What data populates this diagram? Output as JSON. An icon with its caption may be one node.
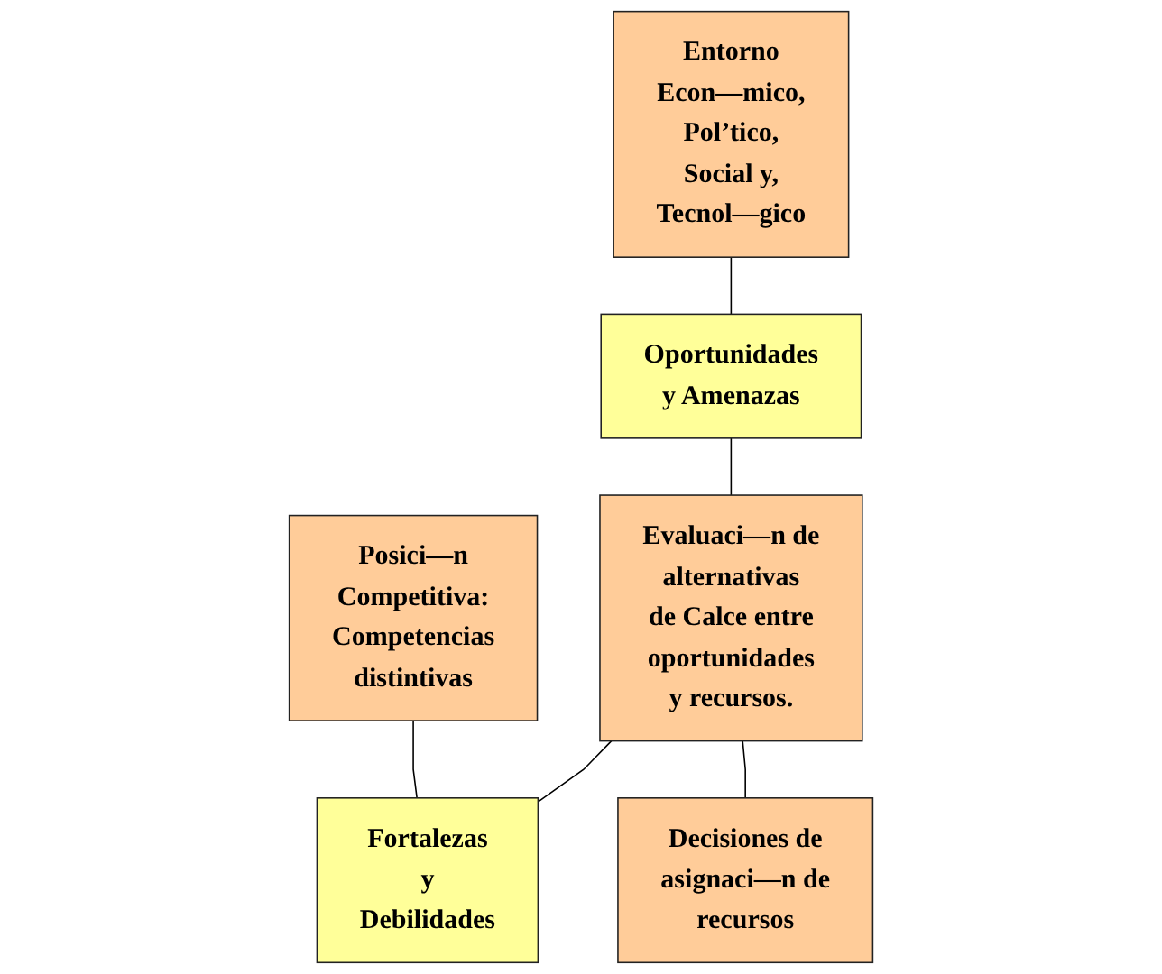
{
  "diagram": {
    "nodes": [
      {
        "text": [
          "Entorno Econ—mico, Pol’tico, Social y, Tecnol—gico"
        ]
      },
      {
        "text": [
          "Posici—n Competitiva: Competencias distintivas"
        ]
      },
      {
        "text": [
          "Oportunidades y Amenazas"
        ]
      },
      {
        "text": [
          "Evaluaci—n de alternativas de Calce entre oportunidades y recursos."
        ]
      },
      {
        "text": [
          "Fortalezas y Debilidades"
        ]
      },
      {
        "text": [
          "Decisiones de asignaci—n de recursos"
        ]
      }
    ],
    "edges": [
      {
        "from": 0,
        "to": 2,
        "arrow": "none"
      },
      {
        "from": 1,
        "to": 4,
        "arrow": "none"
      },
      {
        "from": 2,
        "to": 3,
        "arrow": "none"
      },
      {
        "from": 3,
        "to": 4,
        "arrow": "none"
      },
      {
        "from": 3,
        "to": 5,
        "arrow": "none"
      }
    ]
  }
}
